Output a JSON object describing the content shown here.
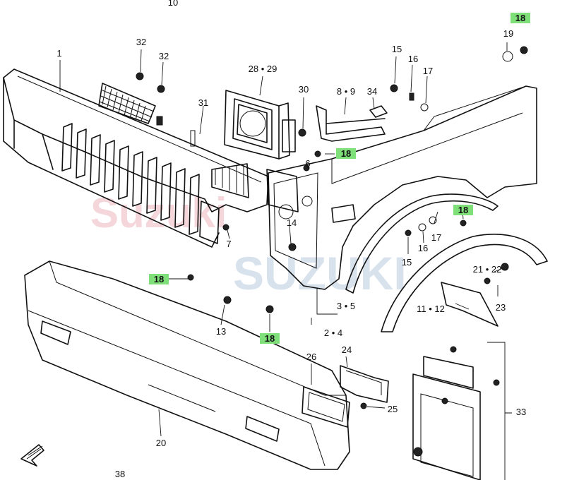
{
  "watermark": {
    "line1": "Suzuki",
    "line2": "SUZUKI"
  },
  "highlight_color": "#7fe07a",
  "callouts": [
    {
      "id": "c10",
      "text": "10",
      "highlighted": false
    },
    {
      "id": "c18a",
      "text": "18",
      "highlighted": true
    },
    {
      "id": "c1",
      "text": "1",
      "highlighted": false
    },
    {
      "id": "c32a",
      "text": "32",
      "highlighted": false
    },
    {
      "id": "c32b",
      "text": "32",
      "highlighted": false
    },
    {
      "id": "c28",
      "text": "28 • 29",
      "highlighted": false
    },
    {
      "id": "c31",
      "text": "31",
      "highlighted": false
    },
    {
      "id": "c30",
      "text": "30",
      "highlighted": false
    },
    {
      "id": "c89",
      "text": "8 • 9",
      "highlighted": false
    },
    {
      "id": "c34",
      "text": "34",
      "highlighted": false
    },
    {
      "id": "c15a",
      "text": "15",
      "highlighted": false
    },
    {
      "id": "c16a",
      "text": "16",
      "highlighted": false
    },
    {
      "id": "c17a",
      "text": "17",
      "highlighted": false
    },
    {
      "id": "c19",
      "text": "19",
      "highlighted": false
    },
    {
      "id": "c18b",
      "text": "18",
      "highlighted": true
    },
    {
      "id": "c6",
      "text": "6",
      "highlighted": false
    },
    {
      "id": "c18c",
      "text": "18",
      "highlighted": true
    },
    {
      "id": "c7",
      "text": "7",
      "highlighted": false
    },
    {
      "id": "c14",
      "text": "14",
      "highlighted": false
    },
    {
      "id": "c17b",
      "text": "17",
      "highlighted": false
    },
    {
      "id": "c16b",
      "text": "16",
      "highlighted": false
    },
    {
      "id": "c15b",
      "text": "15",
      "highlighted": false
    },
    {
      "id": "c2122",
      "text": "21 • 22",
      "highlighted": false
    },
    {
      "id": "c18d",
      "text": "18",
      "highlighted": true
    },
    {
      "id": "c35",
      "text": "3 • 5",
      "highlighted": false
    },
    {
      "id": "c1112",
      "text": "11 • 12",
      "highlighted": false
    },
    {
      "id": "c23",
      "text": "23",
      "highlighted": false
    },
    {
      "id": "c13",
      "text": "13",
      "highlighted": false
    },
    {
      "id": "c18e",
      "text": "18",
      "highlighted": true
    },
    {
      "id": "c24lbl",
      "text": "2 • 4",
      "highlighted": false
    },
    {
      "id": "c26",
      "text": "26",
      "highlighted": false
    },
    {
      "id": "c24",
      "text": "24",
      "highlighted": false
    },
    {
      "id": "c25",
      "text": "25",
      "highlighted": false
    },
    {
      "id": "c33",
      "text": "33",
      "highlighted": false
    },
    {
      "id": "c20",
      "text": "20",
      "highlighted": false
    },
    {
      "id": "c38",
      "text": "38",
      "highlighted": false
    }
  ]
}
